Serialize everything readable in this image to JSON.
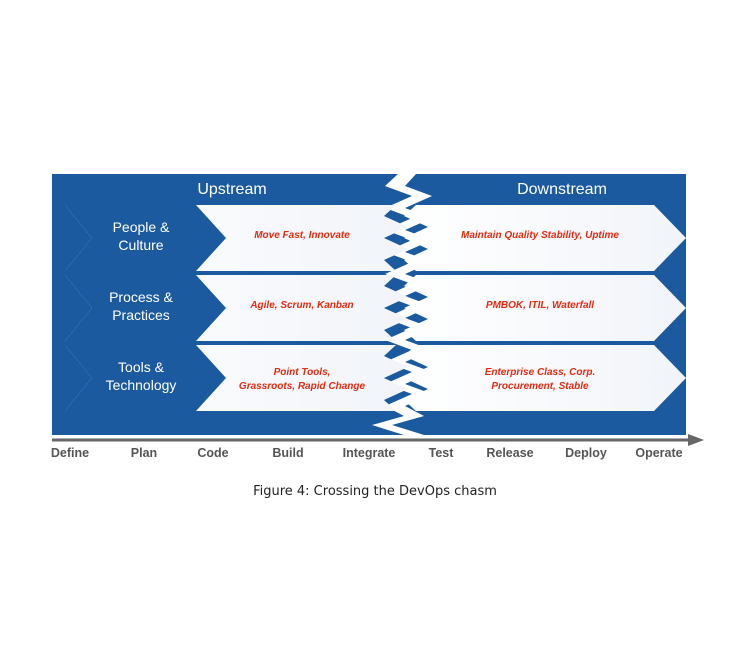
{
  "header": {
    "upstream": "Upstream",
    "downstream": "Downstream"
  },
  "rows": [
    {
      "category": [
        "People &",
        "Culture"
      ],
      "upstream": [
        "Move Fast,  Innovate"
      ],
      "downstream": [
        "Maintain Quality Stability, Uptime"
      ]
    },
    {
      "category": [
        "Process &",
        "Practices"
      ],
      "upstream": [
        "Agile, Scrum, Kanban"
      ],
      "downstream": [
        "PMBOK, ITIL, Waterfall"
      ]
    },
    {
      "category": [
        "Tools &",
        "Technology"
      ],
      "upstream": [
        "Point Tools,",
        "Grassroots, Rapid Change"
      ],
      "downstream": [
        "Enterprise Class, Corp.",
        "Procurement,  Stable"
      ]
    }
  ],
  "axis": {
    "stages": [
      "Define",
      "Plan",
      "Code",
      "Build",
      "Integrate",
      "Test",
      "Release",
      "Deploy",
      "Operate"
    ]
  },
  "caption": "Figure 4: Crossing the DevOps chasm",
  "colors": {
    "blue": "#1b5a9e",
    "text_red": "#e8280f",
    "axis_gray": "#555555"
  }
}
